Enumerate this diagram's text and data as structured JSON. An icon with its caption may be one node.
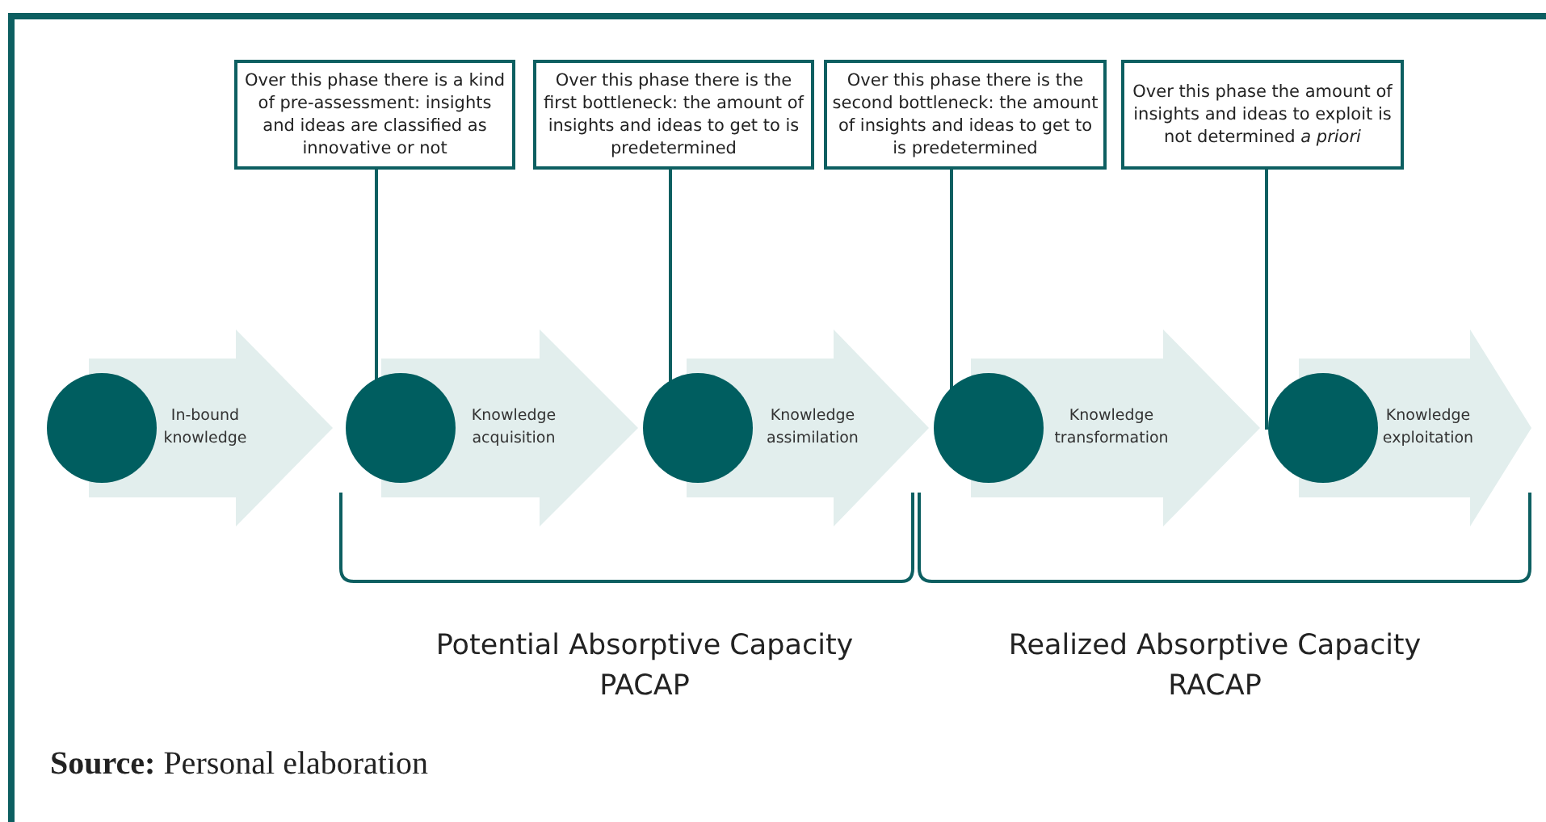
{
  "diagram": {
    "caption": "**Source:** Personal elaboration",
    "nodes": [
      {
        "text": [
          "Over this phase there is a kind of pre-assessment: insights and ideas are classified as innovative or not"
        ]
      },
      {
        "text": [
          "Over this phase there is the first bottleneck: the amount of insights and ideas to get to is predetermined"
        ]
      },
      {
        "text": [
          "Over this phase there is the second bottleneck: the amount of insights and ideas to get to is predetermined"
        ]
      },
      {
        "text": [
          "Over this phase the amount of insights and ideas to exploit is not determined *a priori*"
        ]
      },
      {
        "text": [
          "In-bound knowledge"
        ]
      },
      {
        "text": [
          "Knowledge acquisition"
        ]
      },
      {
        "text": [
          "Knowledge assimilation"
        ]
      },
      {
        "text": [
          "Knowledge transformation"
        ]
      },
      {
        "text": [
          "Knowledge exploitation"
        ]
      },
      {
        "text": [],
        "shape": "circle"
      },
      {
        "text": [],
        "shape": "circle"
      },
      {
        "text": [],
        "shape": "circle"
      },
      {
        "text": [],
        "shape": "circle"
      },
      {
        "text": [],
        "shape": "circle"
      }
    ],
    "edges": [
      {
        "from": 0,
        "to": 10,
        "arrow": "none"
      },
      {
        "from": 1,
        "to": 11,
        "arrow": "none"
      },
      {
        "from": 2,
        "to": 12,
        "arrow": "none"
      },
      {
        "from": 3,
        "to": 13,
        "arrow": "none"
      }
    ],
    "labels": [
      "Potential Absorptive Capacity",
      "PACAP",
      "Realized Absorptive Capacity",
      "RACAP"
    ]
  }
}
